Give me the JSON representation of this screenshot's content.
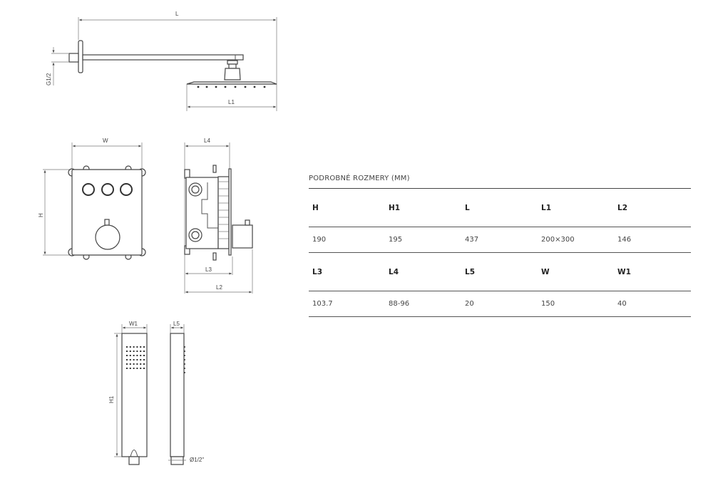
{
  "drawing_labels": {
    "L": "L",
    "L1": "L1",
    "G12": "G1/2",
    "W": "W",
    "H": "H",
    "L4": "L4",
    "L3": "L3",
    "L2": "L2",
    "W1": "W1",
    "L5": "L5",
    "H1": "H1",
    "D12": "Ø1/2\""
  },
  "spec": {
    "title": "PODROBNÉ ROZMERY (MM)",
    "rows": [
      {
        "headers": [
          "H",
          "H1",
          "L",
          "L1",
          "L2"
        ],
        "values": [
          "190",
          "195",
          "437",
          "200×300",
          "146"
        ]
      },
      {
        "headers": [
          "L3",
          "L4",
          "L5",
          "W",
          "W1"
        ],
        "values": [
          "103.7",
          "88-96",
          "20",
          "150",
          "40"
        ]
      }
    ]
  }
}
